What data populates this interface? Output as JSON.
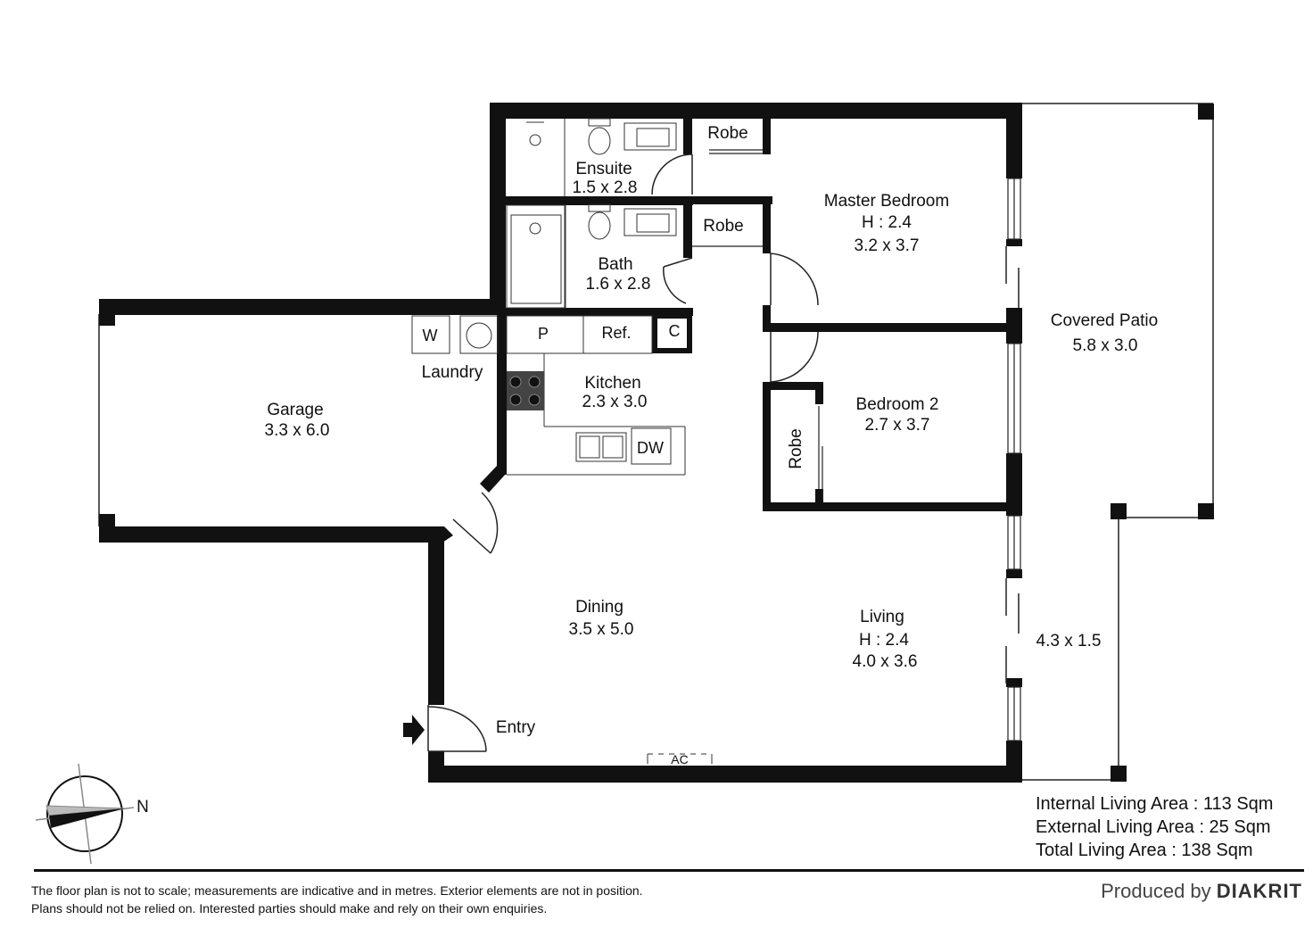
{
  "rooms": {
    "ensuite": {
      "name": "Ensuite",
      "size": "1.5 x 2.8"
    },
    "robe1": {
      "name": "Robe"
    },
    "master": {
      "name": "Master Bedroom",
      "height": "H : 2.4",
      "size": "3.2 x 3.7"
    },
    "bath": {
      "name": "Bath",
      "size": "1.6 x 2.8"
    },
    "robe2": {
      "name": "Robe"
    },
    "patio": {
      "name": "Covered Patio",
      "size": "5.8 x 3.0"
    },
    "garage": {
      "name": "Garage",
      "size": "3.3 x 6.0"
    },
    "laundry": {
      "name": "Laundry",
      "w": "W"
    },
    "kitchen": {
      "name": "Kitchen",
      "size": "2.3 x 3.0",
      "pantry": "P",
      "fridge": "Ref.",
      "cupboard": "C",
      "dishwasher": "DW"
    },
    "bedroom2": {
      "name": "Bedroom 2",
      "size": "2.7 x 3.7",
      "robe": "Robe"
    },
    "dining": {
      "name": "Dining",
      "size": "3.5 x 5.0"
    },
    "living": {
      "name": "Living",
      "height": "H : 2.4",
      "size": "4.0 x 3.6",
      "ac": "AC"
    },
    "entry": {
      "name": "Entry"
    },
    "deck": {
      "size": "4.3 x 1.5"
    }
  },
  "compass": {
    "label": "N"
  },
  "areas": {
    "internal": "Internal Living Area : 113 Sqm",
    "external": "External Living Area : 25 Sqm",
    "total": "Total Living Area : 138 Sqm"
  },
  "disclaimer": {
    "line1": "The floor plan is not to scale; measurements are indicative and in metres. Exterior elements are not in position.",
    "line2": "Plans should not be relied on. Interested parties should make and rely on their own enquiries."
  },
  "credit": {
    "prefix": "Produced by",
    "brand": "DIAKRIT"
  }
}
